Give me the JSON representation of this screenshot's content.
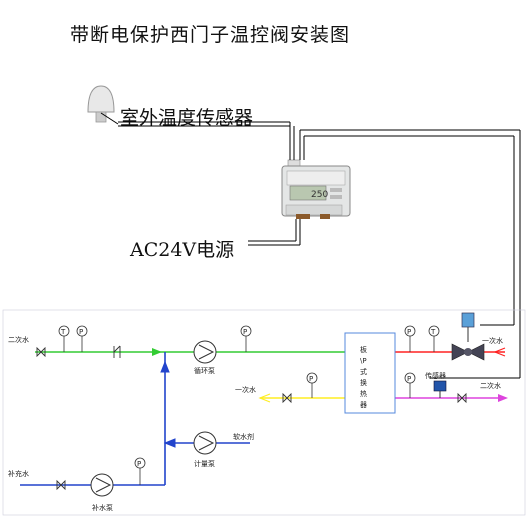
{
  "title": "带断电保护西门子温控阀安装图",
  "sensor_label": "室外温度传感器",
  "power_label": "AC24V电源",
  "controller_display": "250",
  "labels": {
    "secondary_left": "二次水",
    "primary_right": "一次水",
    "primary_left": "一次水",
    "secondary_right": "二次水",
    "makeup_water": "补充水",
    "makeup_pump": "补水泵",
    "circ_pump": "循环泵",
    "dosing_pump": "计量泵",
    "softener": "软水剂",
    "heat_exchanger": "板\\P式换热器",
    "sensor_small": "传感器",
    "T": "T",
    "P": "P"
  },
  "colors": {
    "green": "#33cc33",
    "red": "#ff2222",
    "blue": "#2244cc",
    "yellow": "#ffee22",
    "magenta": "#dd44dd"
  }
}
